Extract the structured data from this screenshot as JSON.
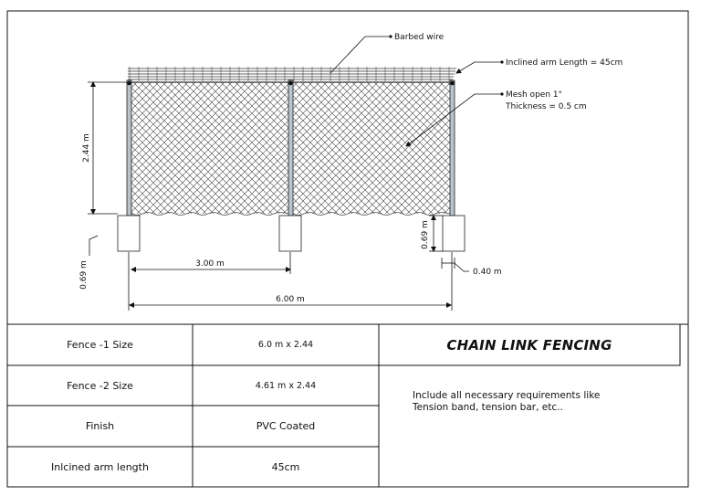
{
  "drawing": {
    "labels": {
      "barbed_wire": "Barbed wire",
      "inclined_arm": "Inclined arm Length = 45cm",
      "mesh_open": "Mesh open 1\"",
      "thickness": "Thickness = 0.5 cm",
      "height": "2.44 m",
      "footing_left": "0.69 m",
      "footing_right": "0.69 m",
      "post_width": "0.40 m",
      "span_half": "3.00 m",
      "span_total": "6.00 m"
    }
  },
  "table": {
    "rows": [
      {
        "label": "Fence -1 Size",
        "value": "6.0 m x 2.44"
      },
      {
        "label": "Fence -2 Size",
        "value": "4.61 m x 2.44"
      },
      {
        "label": "Finish",
        "value": "PVC Coated"
      },
      {
        "label": "Inlcined arm length",
        "value": "45cm"
      }
    ],
    "title": "CHAIN LINK FENCING",
    "note": "Include all necessary requirements like\nTension band, tension bar, etc.."
  }
}
